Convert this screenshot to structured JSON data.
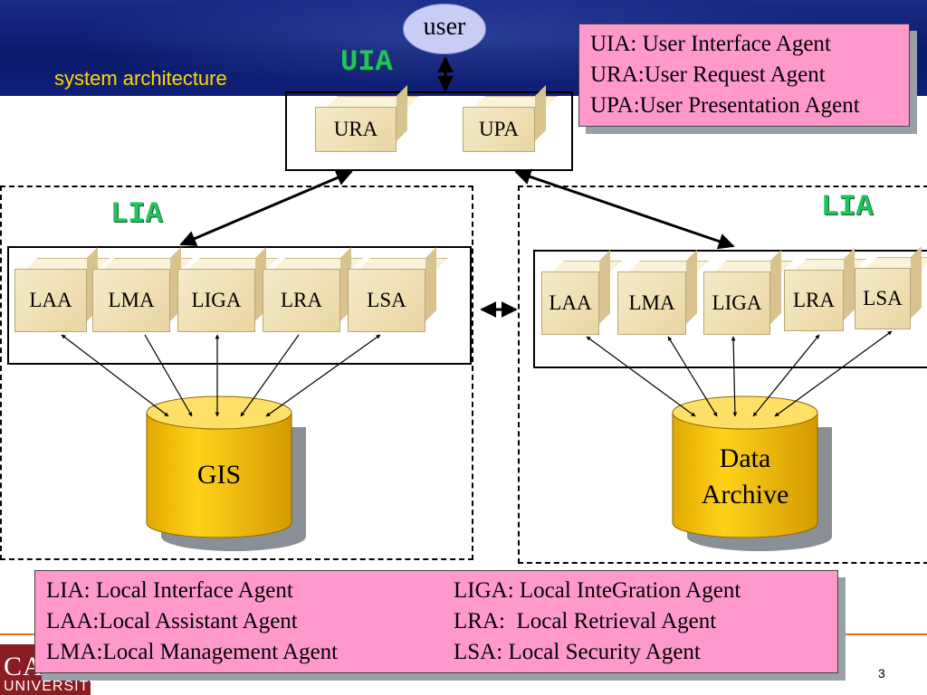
{
  "slide": {
    "subtitle": "system architecture",
    "page_number": "3",
    "logo": {
      "line1": "CAR",
      "line2": "UNIVERSITY"
    }
  },
  "labels": {
    "uia": "UIA",
    "lia_left": "LIA",
    "lia_right": "LIA",
    "user": "user"
  },
  "uia_agents": [
    "URA",
    "UPA"
  ],
  "lia_left_agents": [
    "LAA",
    "LMA",
    "LIGA",
    "LRA",
    "LSA"
  ],
  "lia_right_agents": [
    "LAA",
    "LMA",
    "LIGA",
    "LRA",
    "LSA"
  ],
  "databases": {
    "left": "GIS",
    "right_line1": "Data",
    "right_line2": "Archive"
  },
  "legend_top": [
    "UIA: User Interface Agent",
    "URA:User Request Agent",
    "UPA:User Presentation Agent"
  ],
  "legend_bottom_left": [
    "LIA: Local Interface Agent",
    "LAA:Local Assistant Agent",
    "LMA:Local Management Agent"
  ],
  "legend_bottom_right": [
    "LIGA: Local InteGration Agent",
    "LRA:  Local Retrieval Agent",
    "LSA: Local Security Agent"
  ],
  "colors": {
    "header": "#10207a",
    "pink": "#ff99cc",
    "agent_green": "#22c25c",
    "cylinder": "#f5c400"
  }
}
